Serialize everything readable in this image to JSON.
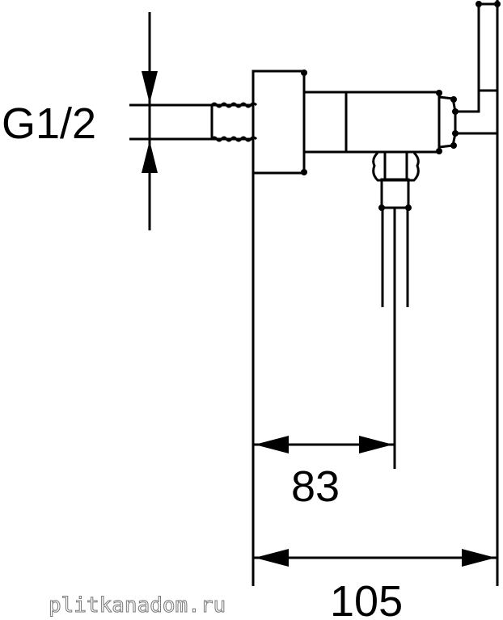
{
  "dimensions": {
    "thread": "G1/2",
    "outlet_depth": "83",
    "total_depth": "105"
  },
  "watermark": "plitkanadom.ru"
}
